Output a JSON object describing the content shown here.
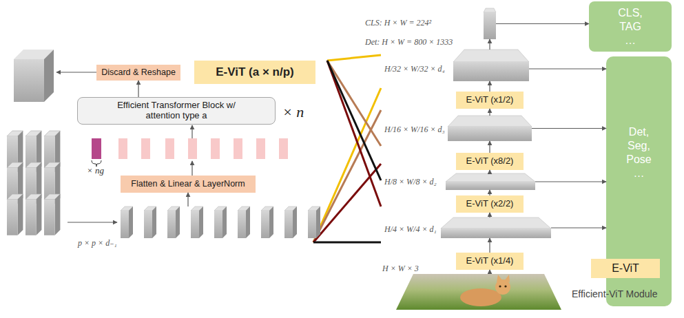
{
  "diagram": {
    "nodes": [
      {
        "text": [
          "E-ViT (a × n/p)"
        ]
      },
      {
        "text": [
          "Discard & Reshape"
        ]
      },
      {
        "text": [
          "Efficient Transformer Block w/ attention type a"
        ]
      },
      {
        "text": [
          "Flatten & Linear & LayerNorm"
        ]
      },
      {
        "text": [
          "p × p × d₋₁"
        ]
      },
      {
        "text": [
          "CLS: H × W = 224²",
          "Det: H × W = 800 × 1333"
        ]
      },
      {
        "text": [
          "H/32 × W/32 × d₄"
        ]
      },
      {
        "text": [
          "E-ViT (x1/2)"
        ]
      },
      {
        "text": [
          "H/16 × W/16 × d₃"
        ]
      },
      {
        "text": [
          "E-ViT (x8/2)"
        ]
      },
      {
        "text": [
          "H/8 × W/8 × d₂"
        ]
      },
      {
        "text": [
          "E-ViT (x2/2)"
        ]
      },
      {
        "text": [
          "H/4 × W/4 × d₁"
        ]
      },
      {
        "text": [
          "E-ViT (x1/4)"
        ]
      },
      {
        "text": [
          "H × W × 3"
        ]
      },
      {
        "text": [
          "CLS, TAG …"
        ]
      },
      {
        "text": [
          "Det, Seg, Pose …"
        ]
      },
      {
        "text": [
          "E-ViT"
        ]
      }
    ],
    "edges": [
      {
        "from": 4,
        "to": 3,
        "arrow": "to"
      },
      {
        "from": 2,
        "to": 1,
        "arrow": "to"
      },
      {
        "from": 14,
        "to": 13,
        "arrow": "to"
      },
      {
        "from": 13,
        "to": 12,
        "arrow": "to"
      },
      {
        "from": 12,
        "to": 11,
        "arrow": "to"
      },
      {
        "from": 11,
        "to": 10,
        "arrow": "to"
      },
      {
        "from": 10,
        "to": 9,
        "arrow": "to"
      },
      {
        "from": 9,
        "to": 8,
        "arrow": "to"
      },
      {
        "from": 8,
        "to": 7,
        "arrow": "to"
      },
      {
        "from": 7,
        "to": 6,
        "arrow": "to"
      },
      {
        "from": 6,
        "to": 5,
        "arrow": "to"
      },
      {
        "from": 5,
        "to": 15,
        "arrow": "to"
      },
      {
        "from": 6,
        "to": 16,
        "arrow": "to"
      },
      {
        "from": 8,
        "to": 16,
        "arrow": "to"
      },
      {
        "from": 10,
        "to": 16,
        "arrow": "to"
      },
      {
        "from": 12,
        "to": 16,
        "arrow": "to"
      }
    ],
    "labels": [
      "× n",
      "× ng",
      "Efficient-ViT Module"
    ]
  }
}
